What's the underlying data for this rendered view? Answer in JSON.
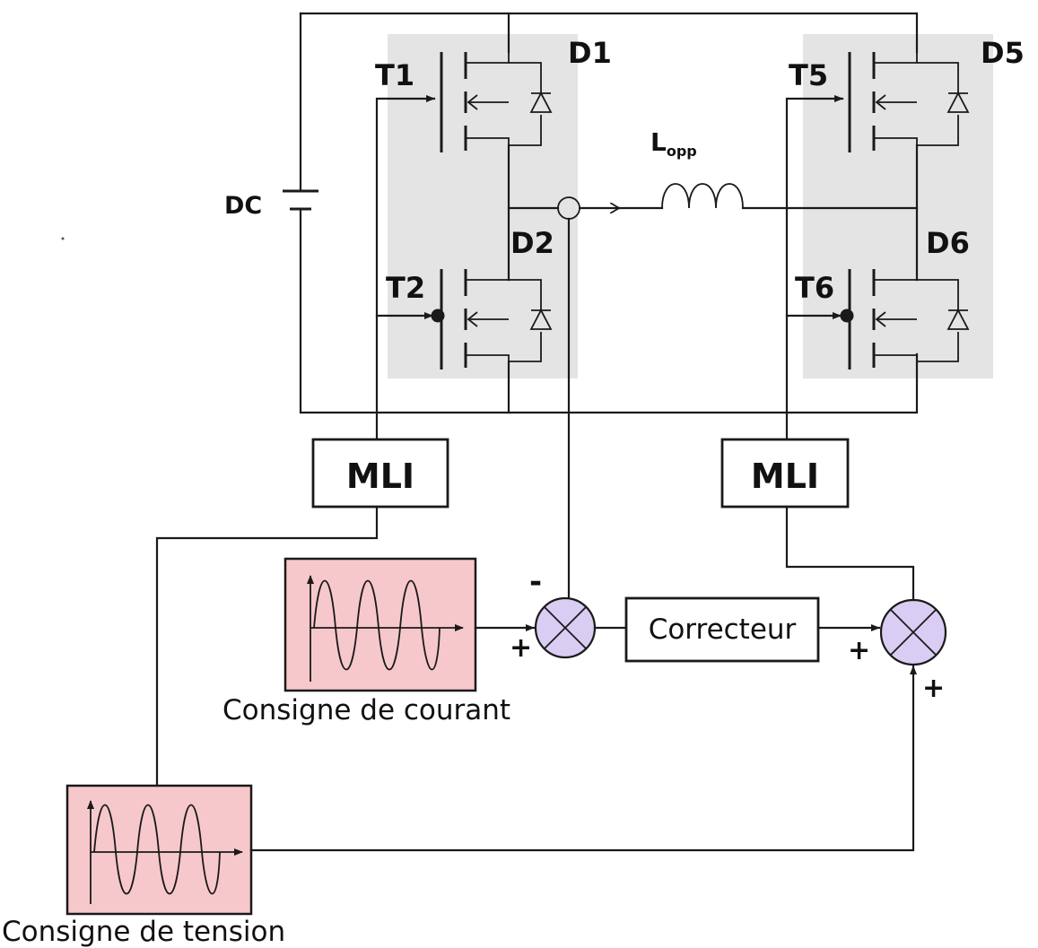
{
  "source": {
    "label": "DC"
  },
  "switches": {
    "t1": "T1",
    "t2": "T2",
    "t5": "T5",
    "t6": "T6",
    "d1": "D1",
    "d2": "D2",
    "d5": "D5",
    "d6": "D6"
  },
  "inductor": {
    "label": "L",
    "subscript": "opp"
  },
  "pwm": {
    "left": "MLI",
    "right": "MLI"
  },
  "corrector": {
    "label": "Correcteur"
  },
  "signs": {
    "sum1_minus": "-",
    "sum1_plus": "+",
    "sum2_plus_left": "+",
    "sum2_plus_bottom": "+"
  },
  "references": {
    "current": "Consigne de courant",
    "voltage": "Consigne de tension"
  },
  "colors": {
    "reference_fill": "#f7c8cb",
    "summer_fill": "#d9cdf3",
    "module_shade": "#e4e4e4"
  }
}
